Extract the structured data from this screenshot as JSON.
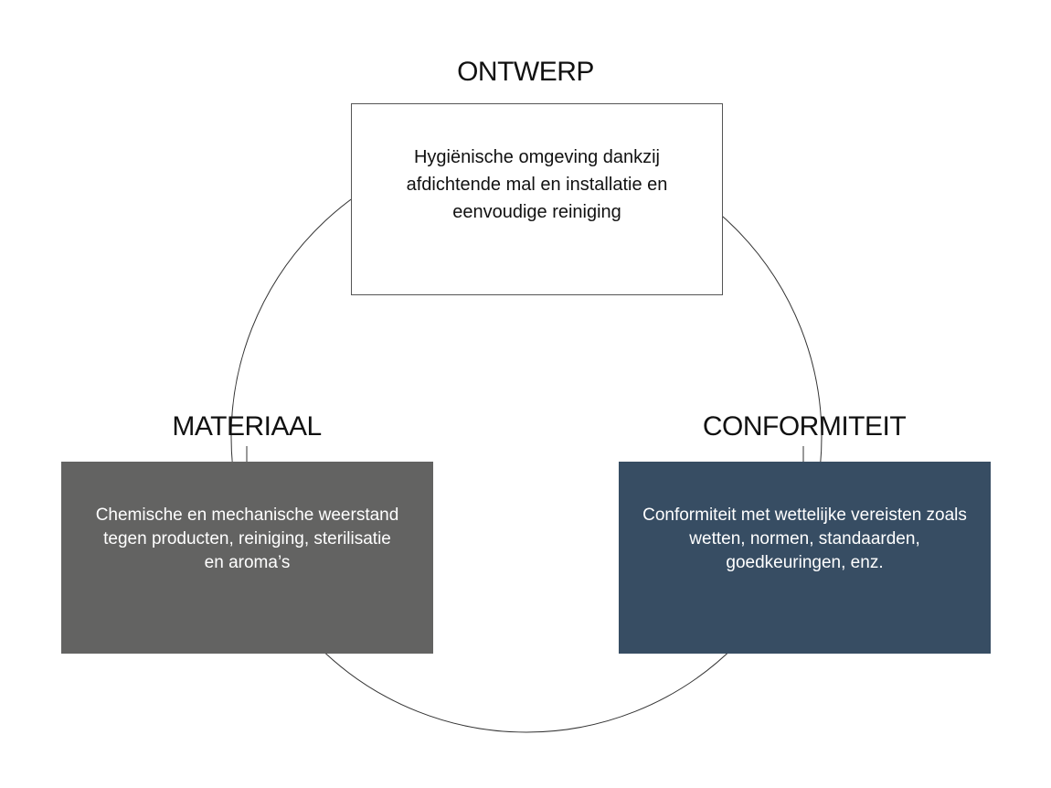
{
  "colors": {
    "ring_stroke": "#333333",
    "materiaal_fill": "#636362",
    "conformiteit_fill": "#374d63",
    "ontwerp_fill": "#ffffff"
  },
  "nodes": {
    "ontwerp": {
      "title": "ONTWERP",
      "lines": [
        "Hygiënische omgeving dankzij",
        "afdichtende mal en installatie en",
        "eenvoudige reiniging"
      ]
    },
    "materiaal": {
      "title": "MATERIAAL",
      "lines": [
        "Chemische en mechanische weerstand",
        "tegen producten, reiniging, sterilisatie",
        "en aroma’s"
      ]
    },
    "conformiteit": {
      "title": "CONFORMITEIT",
      "lines": [
        "Conformiteit met wettelijke vereisten zoals",
        "wetten, normen, standaarden,",
        "goedkeuringen, enz."
      ]
    }
  }
}
